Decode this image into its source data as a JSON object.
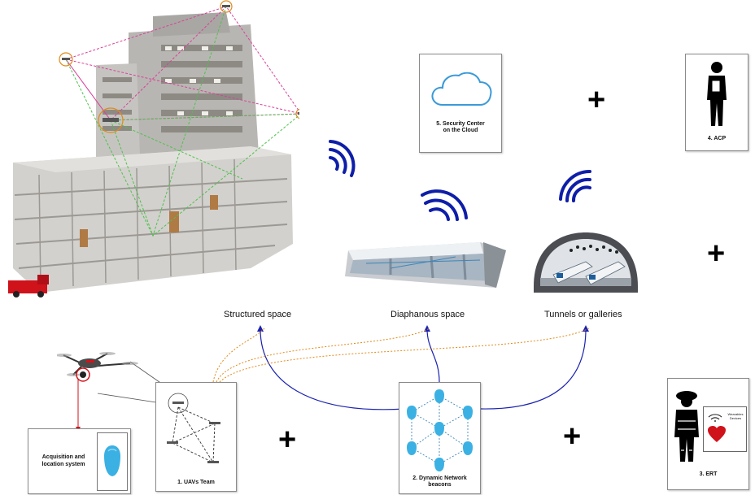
{
  "spaces": {
    "structured": "Structured space",
    "diaphanous": "Diaphanous space",
    "tunnels": "Tunnels or galleries"
  },
  "cards": {
    "security_center": "5. Security Center on the Cloud",
    "acp": "4. ACP",
    "ert": "3. ERT",
    "wearables": "Wearables Devices",
    "acquisition": "Acquisition and location system",
    "uav_team": "1. UAVs Team",
    "beacons": "2. Dynamic Network beacons"
  },
  "operators": {
    "plus": "+"
  },
  "colors": {
    "signal_blue": "#0e1ea8",
    "link_blue": "#1a22b0",
    "dotted_orange": "#e08a1a",
    "cloud_blue": "#3a9ad9",
    "beacon_cyan": "#3bb0e3",
    "heart_red": "#d0121b"
  }
}
